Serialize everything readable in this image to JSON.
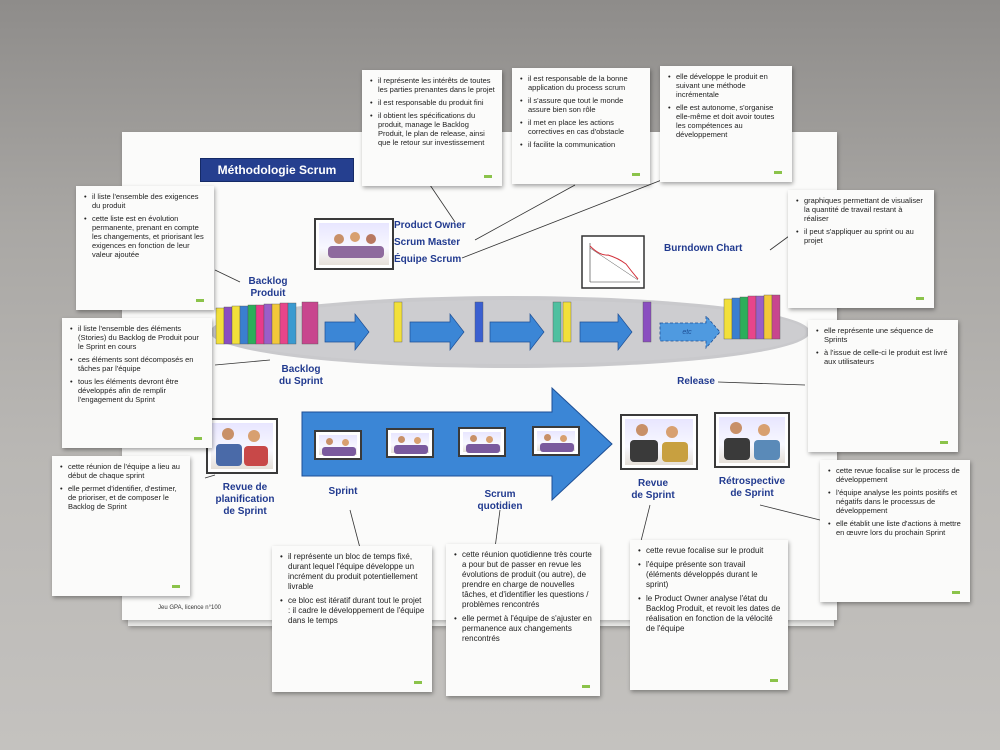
{
  "title": "Méthodologie Scrum",
  "labels": {
    "backlog_produit": "Backlog\nProduit",
    "product_owner": "Product Owner",
    "scrum_master": "Scrum Master",
    "equipe_scrum": "Équipe Scrum",
    "burndown": "Burndown Chart",
    "backlog_sprint": "Backlog\ndu Sprint",
    "release": "Release",
    "revue_planif": "Revue de\nplanification\nde Sprint",
    "sprint": "Sprint",
    "scrum_quotidien": "Scrum\nquotidien",
    "revue_sprint": "Revue\nde Sprint",
    "retrospective": "Rétrospective\nde Sprint",
    "etc": "etc",
    "footer": "Jeu GPA, licence n°100"
  },
  "cards": {
    "po": [
      "il représente les intérêts de toutes les parties prenantes dans le projet",
      "il est responsable du produit fini",
      "il obtient les spécifications du produit, manage le Backlog Produit, le plan de release, ainsi que le retour sur investissement"
    ],
    "sm": [
      "il est responsable de la bonne application du process scrum",
      "il s'assure que tout le monde assure bien son rôle",
      "il met en place les actions correctives en cas d'obstacle",
      "il facilite la communication"
    ],
    "team": [
      "elle développe le produit en suivant une méthode incrémentale",
      "elle est autonome, s'organise elle-même et doit avoir toutes les compétences au développement"
    ],
    "backlog": [
      "il liste l'ensemble des exigences du produit",
      "cette liste est en évolution permanente, prenant en compte les changements, et priorisant les exigences en fonction de leur valeur ajoutée"
    ],
    "burndown": [
      "graphiques permettant de visualiser la quantité de travail restant à réaliser",
      "il peut s'appliquer au sprint ou au projet"
    ],
    "sprint_backlog": [
      "il liste l'ensemble des éléments (Stories) du Backlog de Produit pour le Sprint en cours",
      "ces éléments sont décomposés en tâches par l'équipe",
      "tous les éléments devront être développés afin de remplir l'engagement du Sprint"
    ],
    "release": [
      "elle représente une séquence de Sprints",
      "à l'issue de celle-ci le produit est livré aux utilisateurs"
    ],
    "planning": [
      "cette réunion de l'équipe a lieu au début de chaque sprint",
      "elle permet d'identifier, d'estimer, de prioriser, et de composer le Backlog de Sprint"
    ],
    "retro": [
      "cette revue focalise sur le process de développement",
      "l'équipe analyse les points positifs et négatifs dans le processus de développement",
      "elle établit une liste d'actions à mettre en œuvre lors du prochain Sprint"
    ],
    "sprint": [
      "il représente un bloc de temps fixé, durant lequel l'équipe développe un incrément du produit potentiellement livrable",
      "ce bloc est itératif durant tout le projet : il cadre le développement de l'équipe dans le temps"
    ],
    "daily": [
      "cette réunion quotidienne très courte a pour but de passer en revue les évolutions de produit (ou autre), de prendre en charge de nouvelles tâches, et d'identifier les questions / problèmes rencontrés",
      "elle permet à l'équipe de s'ajuster en permanence aux changements rencontrés"
    ],
    "review": [
      "cette revue focalise sur le produit",
      "l'équipe présente son travail (éléments développés durant le sprint)",
      "le Product Owner analyse l'état du Backlog Produit, et revoit les dates de réalisation en fonction de la vélocité de l'équipe"
    ]
  },
  "colors": {
    "brand": "#253f8f",
    "label": "#213a8f",
    "arrow": "#3b7fd0",
    "ellipse": "#c9c9cc"
  }
}
